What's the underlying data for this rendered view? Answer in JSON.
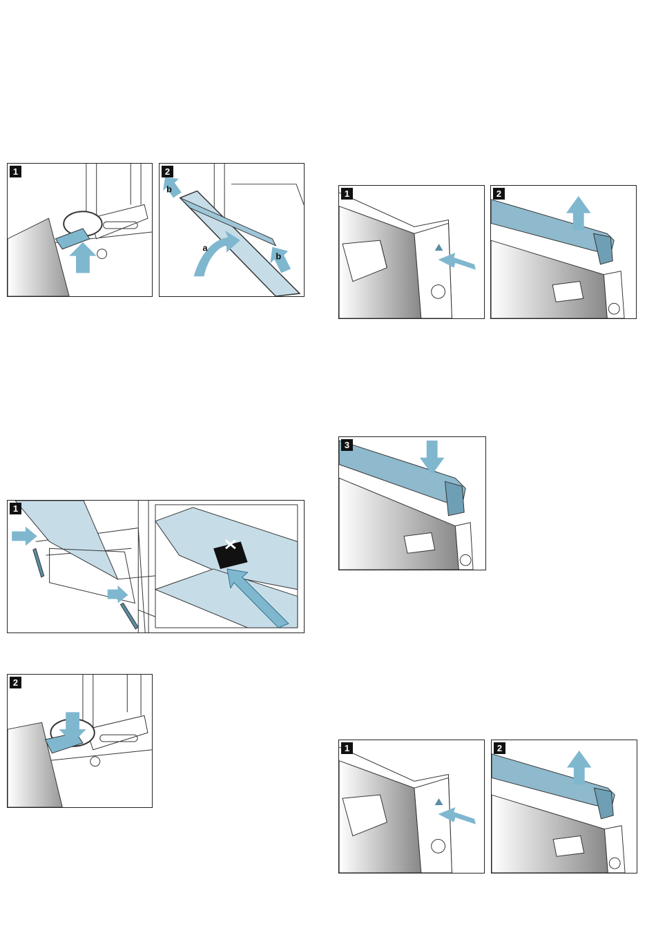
{
  "figures": {
    "door_hinge_release": {
      "step1": "1",
      "step2": "2",
      "label_a": "a",
      "label_b": "b"
    },
    "door_refit": {
      "step1": "1",
      "step2": "2"
    },
    "door_cover_remove": {
      "step1": "1",
      "step2": "2"
    },
    "door_cover_refit": {
      "step3": "3"
    },
    "door_cover_remove_repeat": {
      "step1": "1",
      "step2": "2"
    }
  },
  "colors": {
    "accent": "#7fb7cf",
    "glass": "#c6dde8",
    "line": "#222222"
  }
}
